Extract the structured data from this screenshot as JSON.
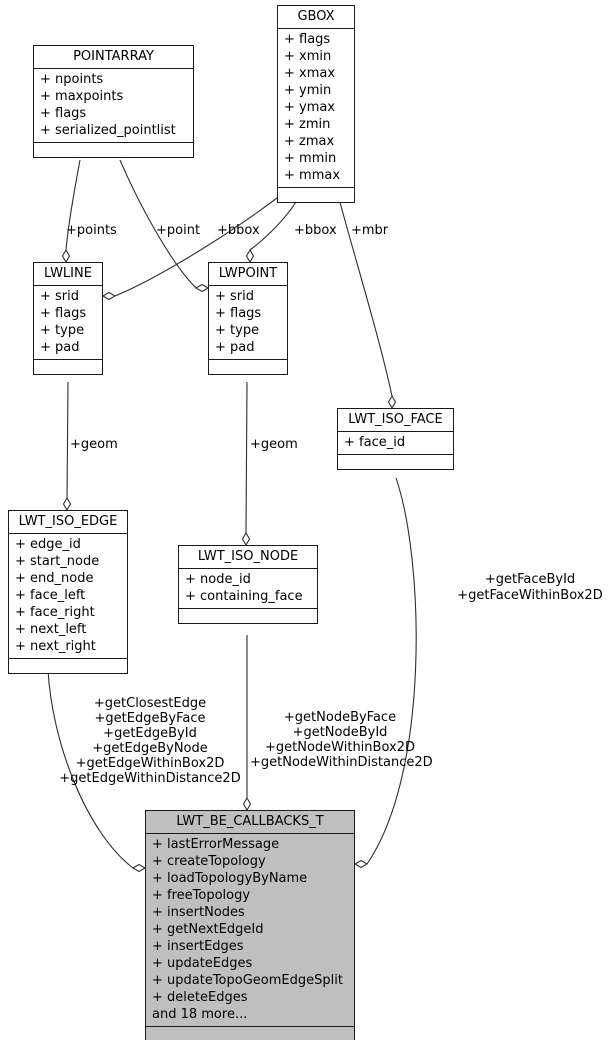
{
  "diagram": {
    "classes": {
      "pointarray": {
        "name": "POINTARRAY",
        "attrs": [
          "+ npoints",
          "+ maxpoints",
          "+ flags",
          "+ serialized_pointlist"
        ]
      },
      "gbox": {
        "name": "GBOX",
        "attrs": [
          "+ flags",
          "+ xmin",
          "+ xmax",
          "+ ymin",
          "+ ymax",
          "+ zmin",
          "+ zmax",
          "+ mmin",
          "+ mmax"
        ]
      },
      "lwline": {
        "name": "LWLINE",
        "attrs": [
          "+ srid",
          "+ flags",
          "+ type",
          "+ pad"
        ]
      },
      "lwpoint": {
        "name": "LWPOINT",
        "attrs": [
          "+ srid",
          "+ flags",
          "+ type",
          "+ pad"
        ]
      },
      "lwt_iso_face": {
        "name": "LWT_ISO_FACE",
        "attrs": [
          "+ face_id"
        ]
      },
      "lwt_iso_edge": {
        "name": "LWT_ISO_EDGE",
        "attrs": [
          "+ edge_id",
          "+ start_node",
          "+ end_node",
          "+ face_left",
          "+ face_right",
          "+ next_left",
          "+ next_right"
        ]
      },
      "lwt_iso_node": {
        "name": "LWT_ISO_NODE",
        "attrs": [
          "+ node_id",
          "+ containing_face"
        ]
      },
      "lwt_be_callbacks_t": {
        "name": "LWT_BE_CALLBACKS_T",
        "attrs": [
          "+ lastErrorMessage",
          "+ createTopology",
          "+ loadTopologyByName",
          "+ freeTopology",
          "+ insertNodes",
          "+ getNextEdgeId",
          "+ insertEdges",
          "+ updateEdges",
          "+ updateTopoGeomEdgeSplit",
          "+ deleteEdges",
          "and 18 more..."
        ]
      }
    },
    "edge_labels": {
      "points": "+points",
      "point": "+point",
      "bbox_line": "+bbox",
      "bbox_point": "+bbox",
      "mbr": "+mbr",
      "geom_edge": "+geom",
      "geom_node": "+geom",
      "face_cb": [
        "+getFaceById",
        "+getFaceWithinBox2D"
      ],
      "edge_cb": [
        "+getClosestEdge",
        "+getEdgeByFace",
        "+getEdgeById",
        "+getEdgeByNode",
        "+getEdgeWithinBox2D",
        "+getEdgeWithinDistance2D"
      ],
      "node_cb": [
        "+getNodeByFace",
        "+getNodeById",
        "+getNodeWithinBox2D",
        "+getNodeWithinDistance2D"
      ]
    },
    "colors": {
      "node_fill": "#ffffff",
      "highlight_fill": "#bfbfbf",
      "border": "#000000"
    }
  }
}
